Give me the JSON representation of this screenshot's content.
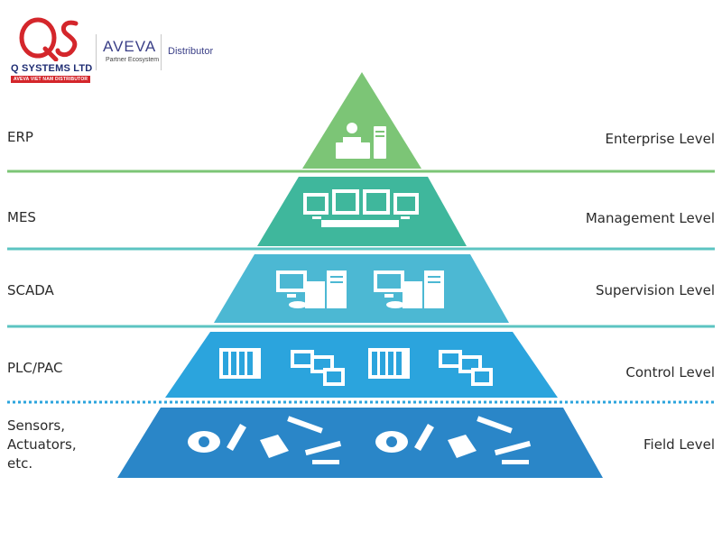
{
  "header": {
    "company_name": "Q SYSTEMS LTD",
    "company_subtitle": "AVEVA VIET NAM DISTRIBUTOR",
    "partner_brand": "AVEVA",
    "partner_program": "Partner Ecosystem",
    "partner_role": "Distributor"
  },
  "levels": [
    {
      "system": "ERP",
      "level": "Enterprise Level",
      "color": "#7cc576",
      "icon": "workstation-icon"
    },
    {
      "system": "MES",
      "level": "Management Level",
      "color": "#3fb79c",
      "icon": "monitors-icon"
    },
    {
      "system": "SCADA",
      "level": "Supervision Level",
      "color": "#4cb8d3",
      "icon": "server-computer-icon"
    },
    {
      "system": "PLC/PAC",
      "level": "Control Level",
      "color": "#2ba4dd",
      "icon": "plc-controller-icon"
    },
    {
      "system_lines": [
        "Sensors,",
        "Actuators,",
        "etc."
      ],
      "level": "Field Level",
      "color": "#2a86c8",
      "icon": "sensor-actuator-icon"
    }
  ],
  "colors": {
    "separator_green": "#7cc576",
    "separator_teal": "#5cc4c2",
    "separator_dotted": "#2ba4dd",
    "logo_red": "#d4262b",
    "logo_navy": "#1f2d73"
  }
}
